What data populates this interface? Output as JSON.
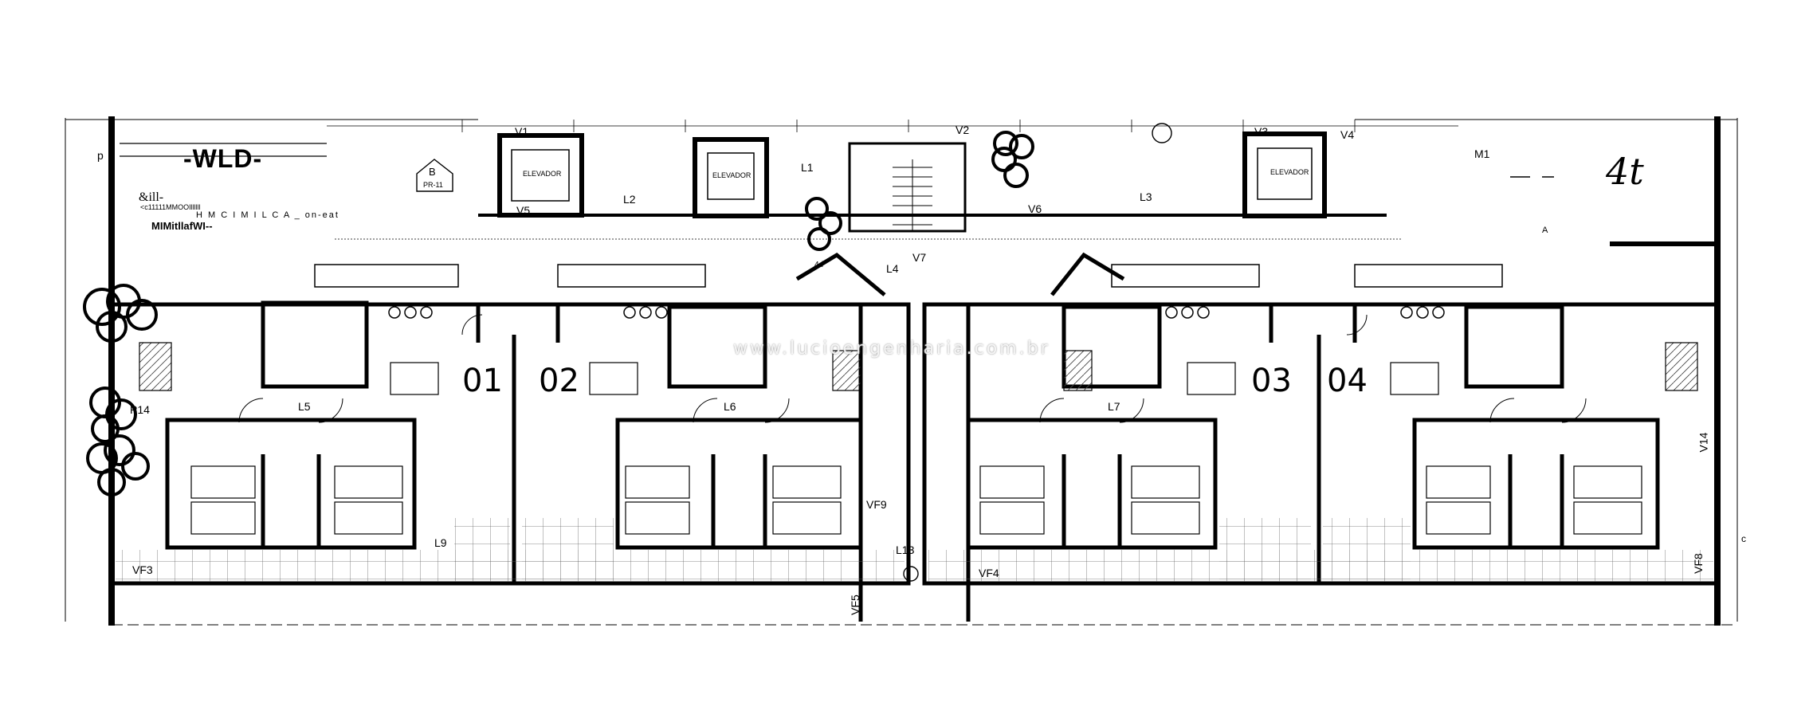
{
  "header": {
    "wld": "-WLD-",
    "title_line1": "&ill-",
    "title_line2": "<c11111MMOOIllllll",
    "title_line3": "H M C I M I L C A _ on-eat",
    "title_line4": "MIMitllafWI--",
    "ref_letter": "B",
    "ref_code": "PR-11",
    "corner_p": "p",
    "corner_4t": "4t",
    "corner_a": "A",
    "corner_c": "c"
  },
  "units": [
    {
      "number": "01"
    },
    {
      "number": "02"
    },
    {
      "number": "03"
    },
    {
      "number": "04"
    }
  ],
  "beams": {
    "v1": "V1",
    "v2": "V2",
    "v3": "V3",
    "v4": "V4",
    "v5": "V5",
    "v6": "V6",
    "v7": "V7",
    "l1": "L1",
    "l2": "L2",
    "l3": "L3",
    "l4": "L4",
    "l5": "L5",
    "l6": "L6",
    "l7": "L7",
    "l9": "L9",
    "l13": "L13",
    "m1": "M1",
    "p14": "P14",
    "vf3": "VF3",
    "vf4": "VF4",
    "vf8": "VF8",
    "vf9": "VF9",
    "vf5": "VF5",
    "v14": "V14"
  },
  "rooms": {
    "elevator": "ELEVADOR",
    "stair_note": "4d",
    "watermark": "www.lucioengenharia.com.br"
  },
  "colors": {
    "ink": "#000000",
    "paper": "#ffffff",
    "hatch": "#555555"
  }
}
